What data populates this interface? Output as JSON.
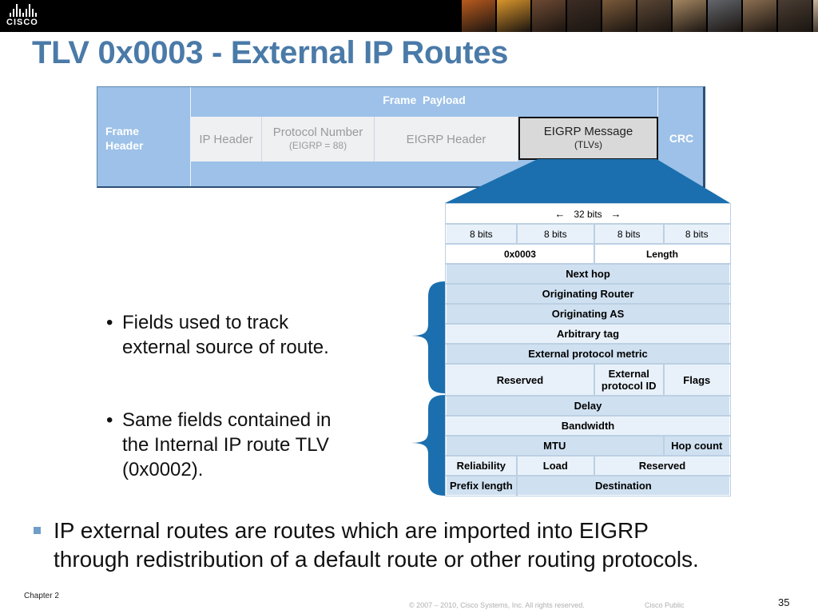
{
  "header": {
    "logo_text": "CISCO",
    "photo_colors": [
      "#b85a1e",
      "#d9952c",
      "#6d4a33",
      "#3c2d25",
      "#7a5a3a",
      "#5a4635",
      "#a48662",
      "#62666b",
      "#8c6f52",
      "#4a3d33",
      "#c7b49a"
    ]
  },
  "slide": {
    "title": "TLV 0x0003 - External IP Routes"
  },
  "frame": {
    "header_line1": "Frame",
    "header_line2": "Header",
    "payload": "Frame  Payload",
    "crc": "CRC",
    "ip_header": "IP Header",
    "protocol_number": "Protocol Number",
    "protocol_number_note": "(EIGRP = 88)",
    "eigrp_header": "EIGRP Header",
    "eigrp_message": "EIGRP Message",
    "eigrp_message_note": "(TLVs)"
  },
  "tlv_table": {
    "width_label": "32 bits",
    "left_arrow": "←",
    "right_arrow": "→",
    "octets": [
      "8 bits",
      "8 bits",
      "8 bits",
      "8 bits"
    ],
    "type": "0x0003",
    "length": "Length",
    "next_hop": "Next hop",
    "originating_router": "Originating Router",
    "originating_as": "Originating AS",
    "arbitrary_tag": "Arbitrary tag",
    "external_protocol_metric": "External protocol metric",
    "reserved": "Reserved",
    "external_protocol_id_line1": "External",
    "external_protocol_id_line2": "protocol ID",
    "flags": "Flags",
    "delay": "Delay",
    "bandwidth": "Bandwidth",
    "mtu": "MTU",
    "hop_count": "Hop count",
    "reliability": "Reliability",
    "load": "Load",
    "reserved2": "Reserved",
    "prefix_length": "Prefix length",
    "destination": "Destination"
  },
  "bullets": {
    "sub1_line1": "Fields used to track",
    "sub1_line2": "external source of route.",
    "sub2_line1": "Same fields contained in",
    "sub2_line2": "the Internal IP route TLV",
    "sub2_line3": "(0x0002).",
    "main_line1": "IP external routes are routes which are imported into EIGRP",
    "main_line2": "through redistribution of a default route or other routing protocols."
  },
  "footer": {
    "chapter": "Chapter 2",
    "copyright": "© 2007 – 2010, Cisco Systems, Inc. All rights reserved.",
    "classification": "Cisco Public",
    "page": "35"
  },
  "colors": {
    "title": "#4a7aa8",
    "frame_fill": "#9dc1e8",
    "table_fill": "#cfe0f1",
    "brace": "#1b6fae"
  }
}
